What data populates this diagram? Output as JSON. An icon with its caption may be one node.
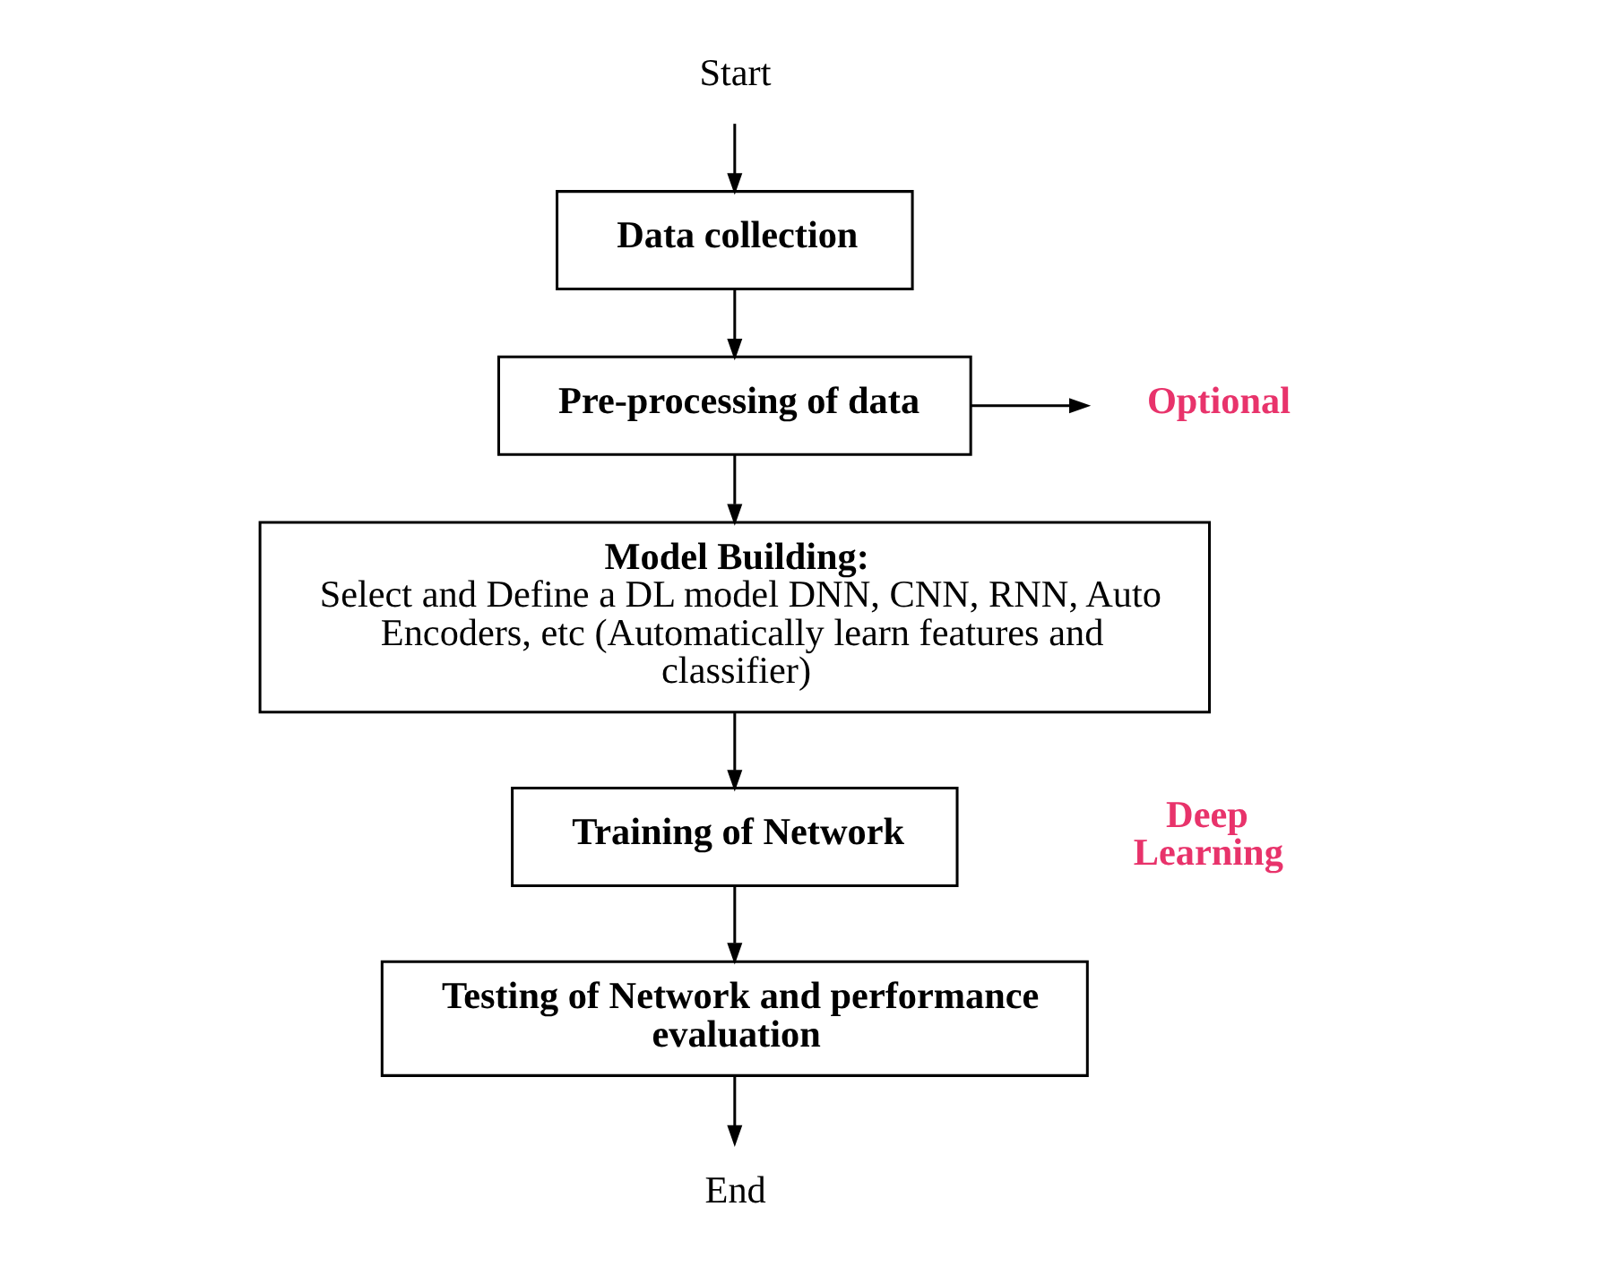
{
  "diagram": {
    "nodes": [
      {
        "text": [
          "Start"
        ]
      },
      {
        "text": [
          "Data collection"
        ]
      },
      {
        "text": [
          "Pre-processing of data"
        ]
      },
      {
        "text": [
          "Optional"
        ]
      },
      {
        "text": [
          "Model Building:",
          "Select and Define a DL model DNN, CNN, RNN, Auto Encoders, etc (Automatically learn features and classifier)"
        ]
      },
      {
        "text": [
          "Training of Network"
        ]
      },
      {
        "text": [
          "Testing of Network and performance evaluation"
        ]
      },
      {
        "text": [
          "End"
        ]
      }
    ],
    "edges": [
      {
        "from": 0,
        "to": 1,
        "arrow": "to"
      },
      {
        "from": 1,
        "to": 2,
        "arrow": "to"
      },
      {
        "from": 2,
        "to": 3,
        "arrow": "to"
      },
      {
        "from": 2,
        "to": 4,
        "arrow": "to"
      },
      {
        "from": 4,
        "to": 5,
        "arrow": "to"
      },
      {
        "from": 5,
        "to": 6,
        "arrow": "to"
      },
      {
        "from": 6,
        "to": 7,
        "arrow": "to"
      }
    ],
    "labels": [
      "Deep Learning"
    ]
  }
}
